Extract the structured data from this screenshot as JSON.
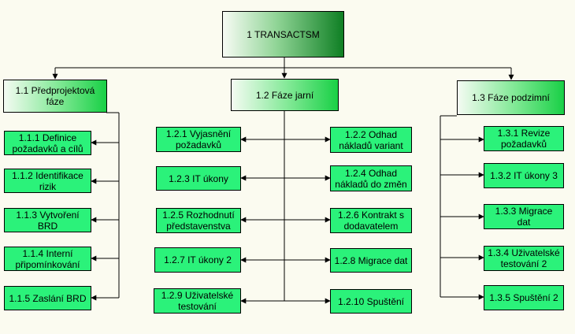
{
  "root": {
    "label": "1 TRANSACTSM"
  },
  "phases": [
    {
      "label": "1.1 Předprojektová\nfáze",
      "tasks": [
        "1.1.1 Definice\npožadavků a cílů",
        "1.1.2 Identifikace\nrizik",
        "1.1.3 Vytvoření\nBRD",
        "1.1.4 Interní\npřipomínkování",
        "1.1.5 Zaslání BRD"
      ]
    },
    {
      "label": "1.2 Fáze jarní",
      "tasks": [
        "1.2.1 Vyjasnění\npožadavků",
        "1.2.2 Odhad\nnákladů variant",
        "1.2.3 IT úkony",
        "1.2.4 Odhad\nnákladů do změn",
        "1.2.5  Rozhodnutí\npředstavenstva",
        "1.2.6 Kontrakt s\ndodavatelem",
        "1.2.7 IT úkony 2",
        "1.2.8 Migrace dat",
        "1.2.9 Uživatelské\ntestování",
        "1.2.10 Spuštění"
      ]
    },
    {
      "label": "1.3 Fáze podzimní",
      "tasks": [
        "1.3.1 Revize\npožadavků",
        "1.3.2 IT úkony 3",
        "1.3.3 Migrace\ndat",
        "1.3.4 Uživatelské\ntestování 2",
        "1.3.5 Spuštění 2"
      ]
    }
  ]
}
